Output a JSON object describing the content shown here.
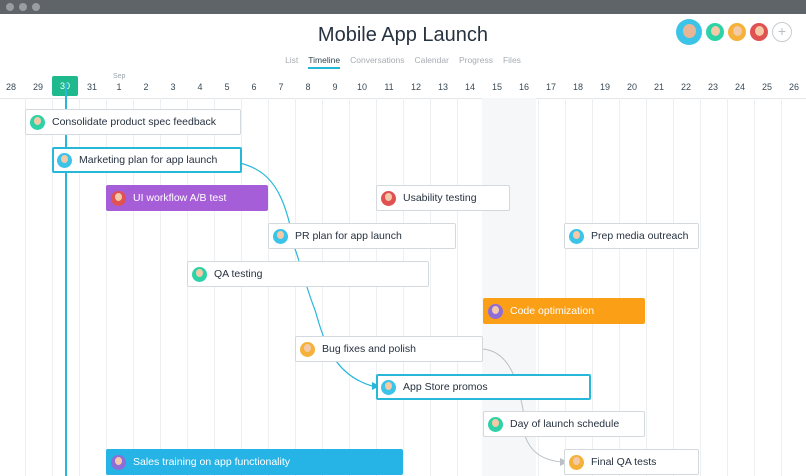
{
  "window": {
    "title": "Mobile App Launch"
  },
  "tabs": [
    "List",
    "Timeline",
    "Conversations",
    "Calendar",
    "Progress",
    "Files"
  ],
  "active_tab": "Timeline",
  "header_avatars": [
    {
      "icon": "user-avatar",
      "color": "#3bc3e8"
    },
    {
      "icon": "user-avatar",
      "color": "#2dd3a7"
    },
    {
      "icon": "user-avatar",
      "color": "#f4b23a"
    },
    {
      "icon": "user-avatar",
      "color": "#e05151"
    }
  ],
  "add_member_label": "+",
  "timeline": {
    "month_label": "Sep",
    "days": [
      "28",
      "29",
      "30",
      "31",
      "1",
      "2",
      "3",
      "4",
      "5",
      "6",
      "7",
      "8",
      "9",
      "10",
      "11",
      "12",
      "13",
      "14",
      "15",
      "16",
      "17",
      "18",
      "19",
      "20",
      "21",
      "22",
      "23",
      "24",
      "25",
      "26"
    ],
    "today": "30"
  },
  "tasks": [
    {
      "label": "Consolidate product spec feedback",
      "style": "default",
      "avatar_color": "#2dd3a7"
    },
    {
      "label": "Marketing plan for app launch",
      "style": "selected",
      "avatar_color": "#3bc3e8"
    },
    {
      "label": "UI workflow A/B test",
      "style": "purple",
      "avatar_color": "#e05151"
    },
    {
      "label": "Usability testing",
      "style": "default",
      "avatar_color": "#e05151"
    },
    {
      "label": "PR plan for app launch",
      "style": "default",
      "avatar_color": "#3bc3e8"
    },
    {
      "label": "Prep media outreach",
      "style": "default",
      "avatar_color": "#3bc3e8"
    },
    {
      "label": "QA testing",
      "style": "default",
      "avatar_color": "#2dd3a7"
    },
    {
      "label": "Code optimization",
      "style": "orange",
      "avatar_color": "#8e6dd8"
    },
    {
      "label": "Bug fixes and polish",
      "style": "default",
      "avatar_color": "#f4b23a"
    },
    {
      "label": "App Store promos",
      "style": "selected",
      "avatar_color": "#3bc3e8"
    },
    {
      "label": "Day of launch schedule",
      "style": "default",
      "avatar_color": "#2dd3a7"
    },
    {
      "label": "Sales training on app functionality",
      "style": "blue",
      "avatar_color": "#8e6dd8"
    },
    {
      "label": "Final QA tests",
      "style": "default",
      "avatar_color": "#f4b23a"
    }
  ],
  "colors": {
    "accent": "#27b7d8",
    "today": "#1eb98d",
    "purple_task": "#a65ed8",
    "orange_task": "#fb9f16",
    "blue_task": "#26b3e6",
    "dependency_selected": "#27b7d8",
    "dependency_default": "#b9c0c5"
  }
}
